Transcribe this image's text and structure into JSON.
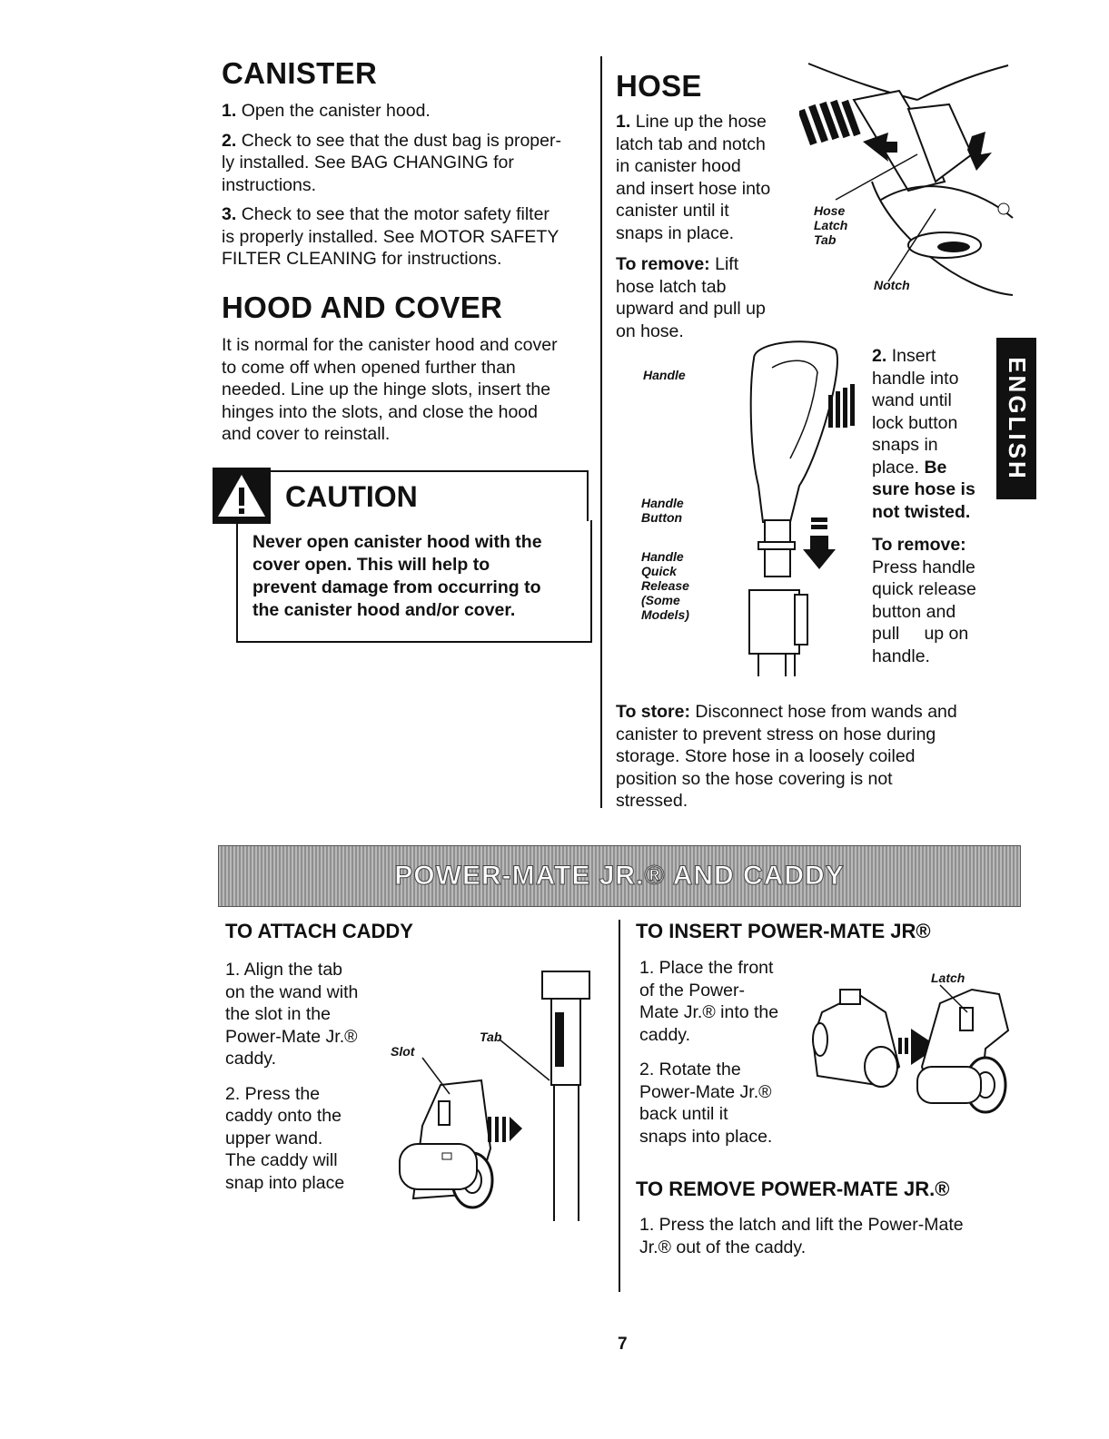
{
  "canister": {
    "title": "CANISTER",
    "step1_num": "1.",
    "step1_text": "Open the canister hood.",
    "step2_num": "2.",
    "step2_text_a": "Check to see that the dust bag is proper-",
    "step2_text_b": "ly installed. See BAG CHANGING for",
    "step2_text_c": "instructions.",
    "step3_num": "3.",
    "step3_text_a": "Check to see that the motor safety filter",
    "step3_text_b": "is properly installed. See MOTOR SAFETY",
    "step3_text_c": "FILTER CLEANING for instructions."
  },
  "hood": {
    "title": "HOOD AND COVER",
    "line1": "It is normal for the canister hood and cover",
    "line2": "to come off when opened further than",
    "line3": "needed. Line up the hinge slots, insert the",
    "line4": "hinges into the slots, and close the hood",
    "line5": "and cover to reinstall."
  },
  "caution": {
    "title": "CAUTION",
    "line1": "Never open canister hood with the",
    "line2": "cover open. This will help to",
    "line3": "prevent damage from occurring to",
    "line4": "the canister hood and/or cover."
  },
  "hose": {
    "title": "HOSE",
    "s1_num": "1.",
    "s1_l1": "Line up the hose",
    "s1_l2": "latch tab and notch",
    "s1_l3": "in canister hood",
    "s1_l4": "and insert hose into",
    "s1_l5": "canister until it",
    "s1_l6": "snaps in place.",
    "remove_label": "To remove:",
    "remove_l1": "Lift",
    "remove_l2": "hose latch tab",
    "remove_l3": "upward and pull up",
    "remove_l4": "on hose.",
    "lbl_hose": "Hose",
    "lbl_latch": "Latch",
    "lbl_tab": "Tab",
    "lbl_notch": "Notch",
    "lbl_handle": "Handle",
    "lbl_handle_button_a": "Handle",
    "lbl_handle_button_b": "Button",
    "lbl_quick_a": "Handle",
    "lbl_quick_b": "Quick",
    "lbl_quick_c": "Release",
    "lbl_quick_d": "(Some",
    "lbl_quick_e": "Models)",
    "s2_num": "2.",
    "s2_l1": "Insert",
    "s2_l2": "handle into",
    "s2_l3": "wand until",
    "s2_l4": "lock button",
    "s2_l5": "snaps in",
    "s2_l6": "place.",
    "s2_b1": "Be",
    "s2_b2": "sure hose is",
    "s2_b3": "not twisted.",
    "r2_label": "To remove:",
    "r2_l1": "Press handle",
    "r2_l2": "quick release",
    "r2_l3": "button and",
    "r2_l4": "pull     up on",
    "r2_l5": "handle.",
    "store_label": "To store:",
    "store_l1": "Disconnect hose from wands and",
    "store_l2": "canister to prevent stress on hose during",
    "store_l3": "storage.  Store hose in a loosely coiled",
    "store_l4": "position so the hose covering is not",
    "store_l5": "stressed."
  },
  "side_tab": "ENGLISH",
  "banner": "POWER-MATE JR.® AND CADDY",
  "attach": {
    "title": "TO ATTACH CADDY",
    "s1_l1": "1.  Align the tab",
    "s1_l2": "on the wand with",
    "s1_l3": "the slot in the",
    "s1_l4": "Power-Mate Jr.®",
    "s1_l5": "caddy.",
    "s2_l1": "2.  Press the",
    "s2_l2": "caddy onto the",
    "s2_l3": "upper wand.",
    "s2_l4": "The caddy will",
    "s2_l5": "snap into place",
    "lbl_slot": "Slot",
    "lbl_tab": "Tab"
  },
  "insert": {
    "title": "TO INSERT POWER-MATE JR®",
    "s1_l1": "1.  Place the front",
    "s1_l2": "of the Power-",
    "s1_l3": "Mate Jr.® into the",
    "s1_l4": "caddy.",
    "s2_l1": "2.  Rotate the",
    "s2_l2": "Power-Mate Jr.®",
    "s2_l3": "back until it",
    "s2_l4": "snaps into place.",
    "lbl_latch": "Latch"
  },
  "remove": {
    "title": "TO REMOVE POWER-MATE JR.®",
    "l1": "1.  Press the latch and lift the Power-Mate",
    "l2": "Jr.® out of the caddy."
  },
  "page_number": "7"
}
